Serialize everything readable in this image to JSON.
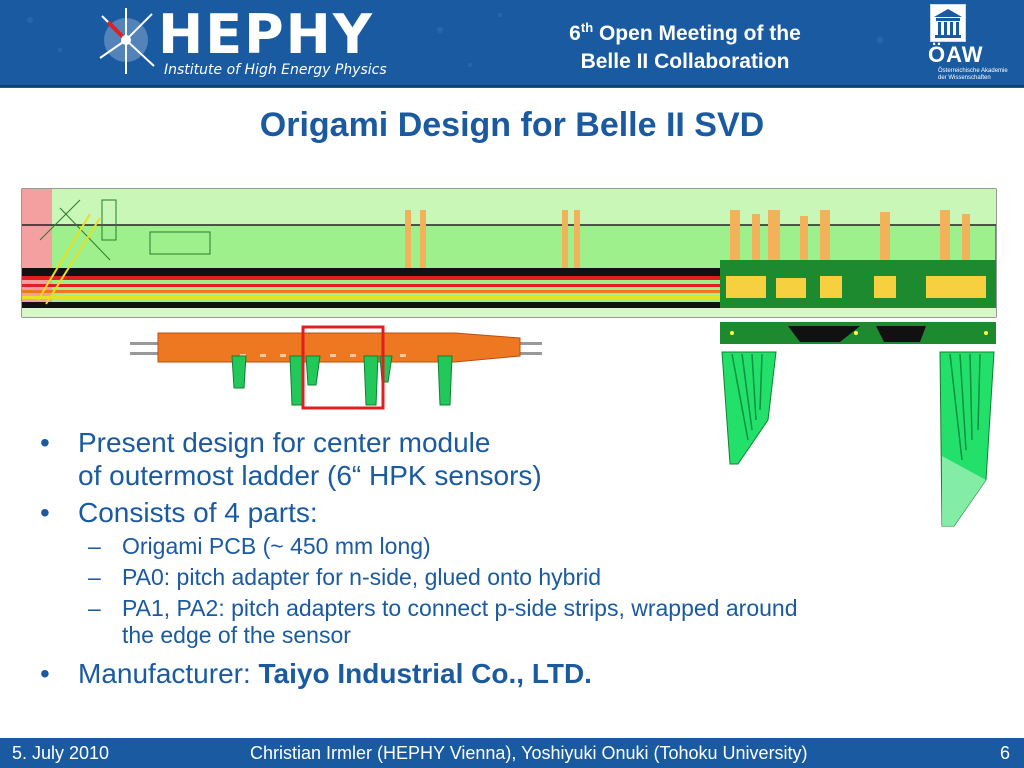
{
  "header": {
    "logo_text": "HEPHY",
    "logo_subtitle": "Institute of High Energy Physics",
    "meeting_ordinal": "6",
    "meeting_ordinal_suffix": "th",
    "meeting_line1_rest": " Open Meeting of the",
    "meeting_line2": "Belle II Collaboration",
    "oaw_text": "ÖAW",
    "oaw_small1": "Österreichische Akademie",
    "oaw_small2": "der Wissenschaften"
  },
  "title": "Origami Design for Belle II SVD",
  "bullets": {
    "b1_line1": "Present design for center module",
    "b1_line2": "of outermost ladder (6“ HPK sensors)",
    "b2": "Consists of 4 parts:",
    "sub1": "Origami PCB (~ 450 mm long)",
    "sub2": "PA0: pitch adapter for n-side, glued onto hybrid",
    "sub3_line1": "PA1, PA2: pitch adapters to connect p-side strips, wrapped around",
    "sub3_line2": "the edge of the sensor",
    "b3_prefix": "Manufacturer: ",
    "b3_company": "Taiyo Industrial Co., LTD."
  },
  "footer": {
    "date": "5. July 2010",
    "authors": "Christian Irmler (HEPHY Vienna), Yoshiyuki Onuki (Tohoku University)",
    "page": "6"
  },
  "colors": {
    "brand_blue": "#1a5aa0",
    "pcb_green": "#9ef08c",
    "origami_orange": "#ee7722",
    "adapter_green": "#22c85a",
    "highlight_red": "#e02020"
  },
  "icons": {
    "hephy": "starburst-logo-icon",
    "oaw": "academy-building-icon"
  }
}
